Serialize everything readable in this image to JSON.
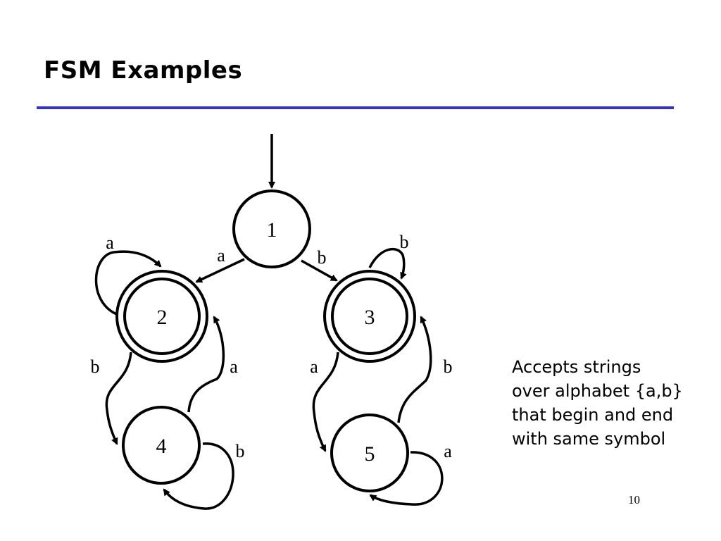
{
  "slide": {
    "title": "FSM Examples",
    "page_number": "10",
    "accent_color": "#3333cc"
  },
  "fsm": {
    "states": [
      {
        "id": "1",
        "label": "1",
        "accepting": false,
        "start": true
      },
      {
        "id": "2",
        "label": "2",
        "accepting": true,
        "start": false
      },
      {
        "id": "3",
        "label": "3",
        "accepting": true,
        "start": false
      },
      {
        "id": "4",
        "label": "4",
        "accepting": false,
        "start": false
      },
      {
        "id": "5",
        "label": "5",
        "accepting": false,
        "start": false
      }
    ],
    "transitions": [
      {
        "from": "1",
        "to": "2",
        "symbol": "a"
      },
      {
        "from": "1",
        "to": "3",
        "symbol": "b"
      },
      {
        "from": "2",
        "to": "2",
        "symbol": "a"
      },
      {
        "from": "2",
        "to": "4",
        "symbol": "b"
      },
      {
        "from": "4",
        "to": "2",
        "symbol": "a"
      },
      {
        "from": "4",
        "to": "4",
        "symbol": "b"
      },
      {
        "from": "3",
        "to": "3",
        "symbol": "b"
      },
      {
        "from": "3",
        "to": "5",
        "symbol": "a"
      },
      {
        "from": "5",
        "to": "3",
        "symbol": "b"
      },
      {
        "from": "5",
        "to": "5",
        "symbol": "a"
      }
    ]
  },
  "note": {
    "lines": [
      "Accepts strings",
      "over alphabet {a,b}",
      "that begin and end",
      "with same symbol"
    ]
  }
}
